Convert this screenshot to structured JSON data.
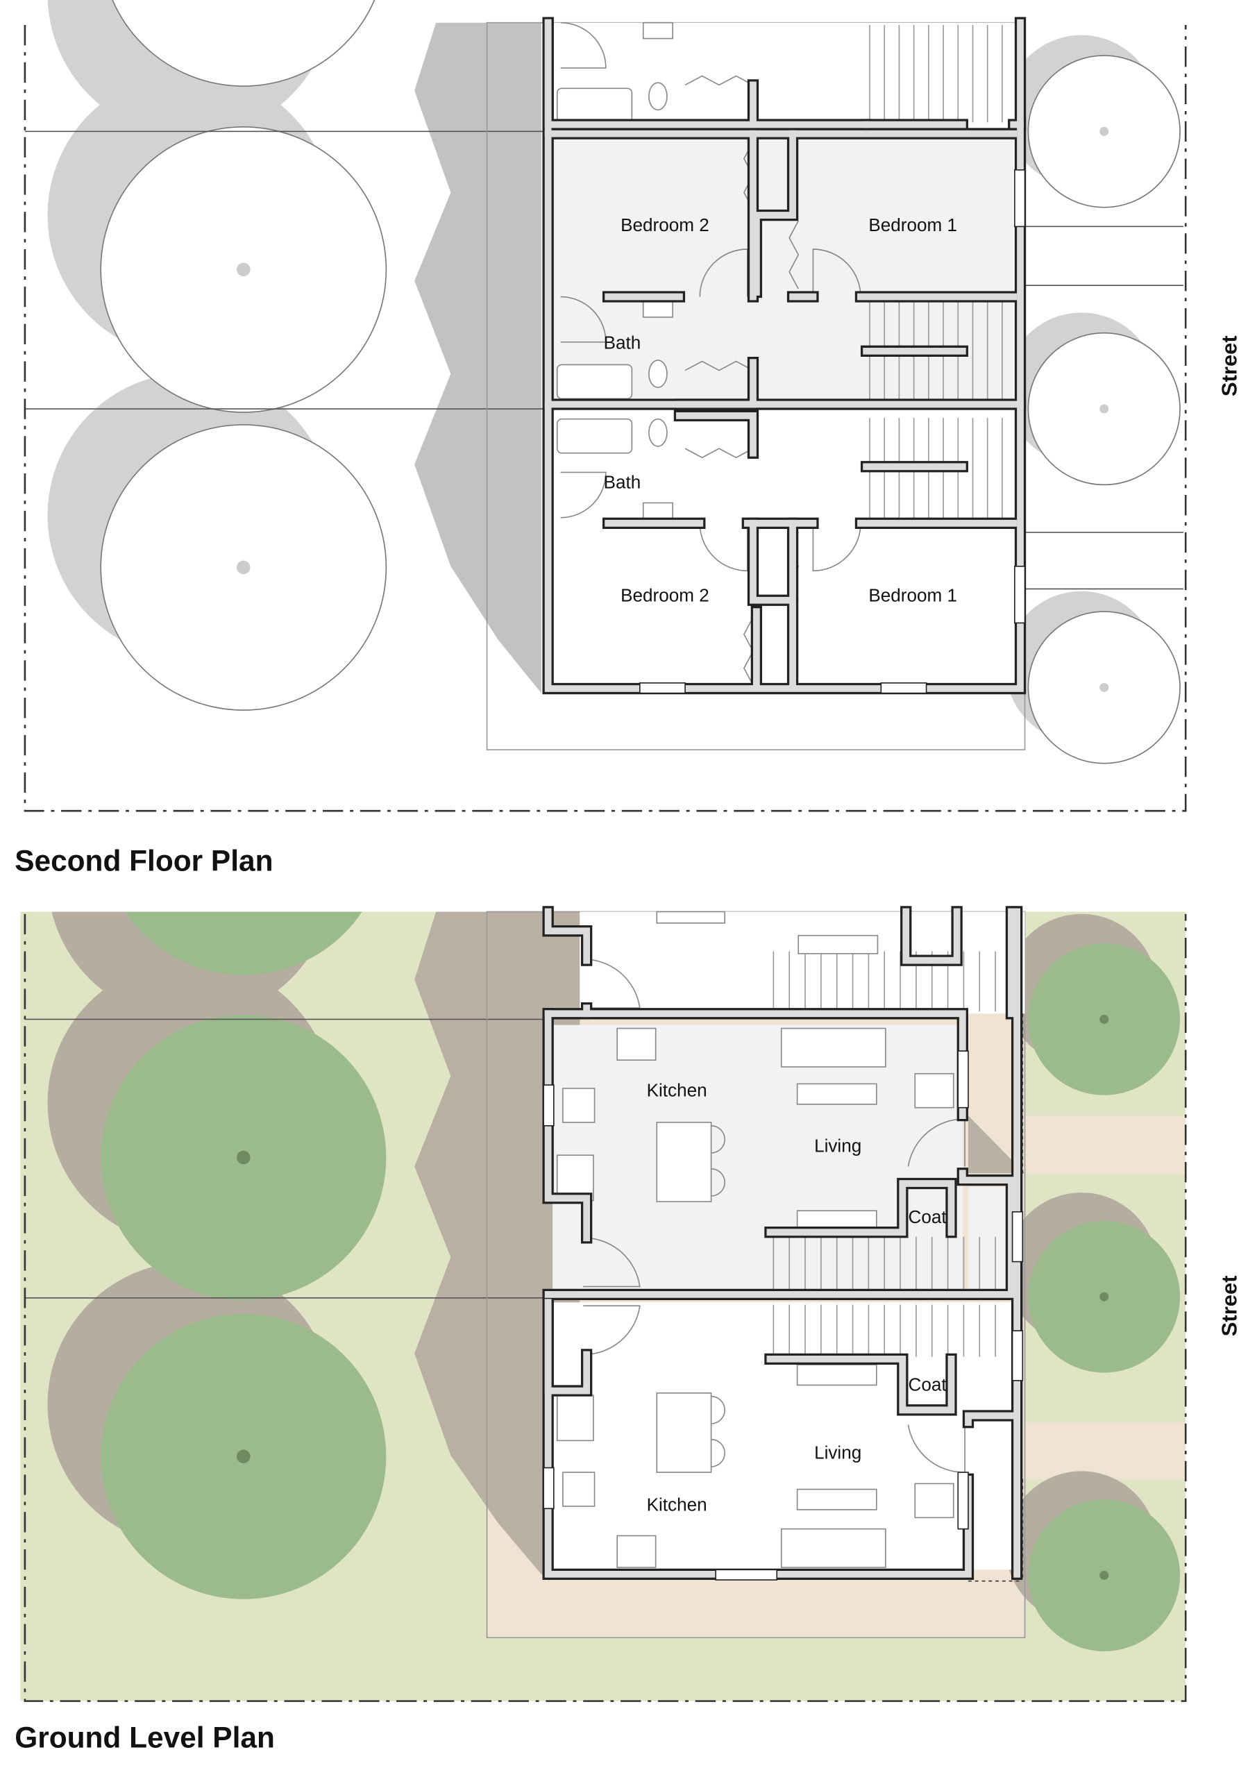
{
  "second_floor": {
    "title": "Second Floor Plan",
    "street_label": "Street",
    "rooms": {
      "unit_a_bedroom2": "Bedroom 2",
      "unit_a_bedroom1": "Bedroom 1",
      "unit_a_bath": "Bath",
      "unit_b_bath": "Bath",
      "unit_b_bedroom2": "Bedroom 2",
      "unit_b_bedroom1": "Bedroom 1"
    }
  },
  "ground_level": {
    "title": "Ground Level Plan",
    "street_label": "Street",
    "rooms": {
      "unit_a_kitchen": "Kitchen",
      "unit_a_living": "Living",
      "unit_a_coat": "Coat",
      "unit_b_coat": "Coat",
      "unit_b_living": "Living",
      "unit_b_kitchen": "Kitchen"
    }
  },
  "colors": {
    "lawn": "#dfe5c4",
    "tree": "#9cbb8c",
    "tree_shadow_ground": "#b6ada1",
    "tree_shadow_upper": "#d2d2d2",
    "building_shadow_upper": "#c2c2c2",
    "building_shadow_ground": "#b9b0a6",
    "paving": "#f0e3d4",
    "floor": "#f2f2f2",
    "wall": "#dcdcdc"
  }
}
